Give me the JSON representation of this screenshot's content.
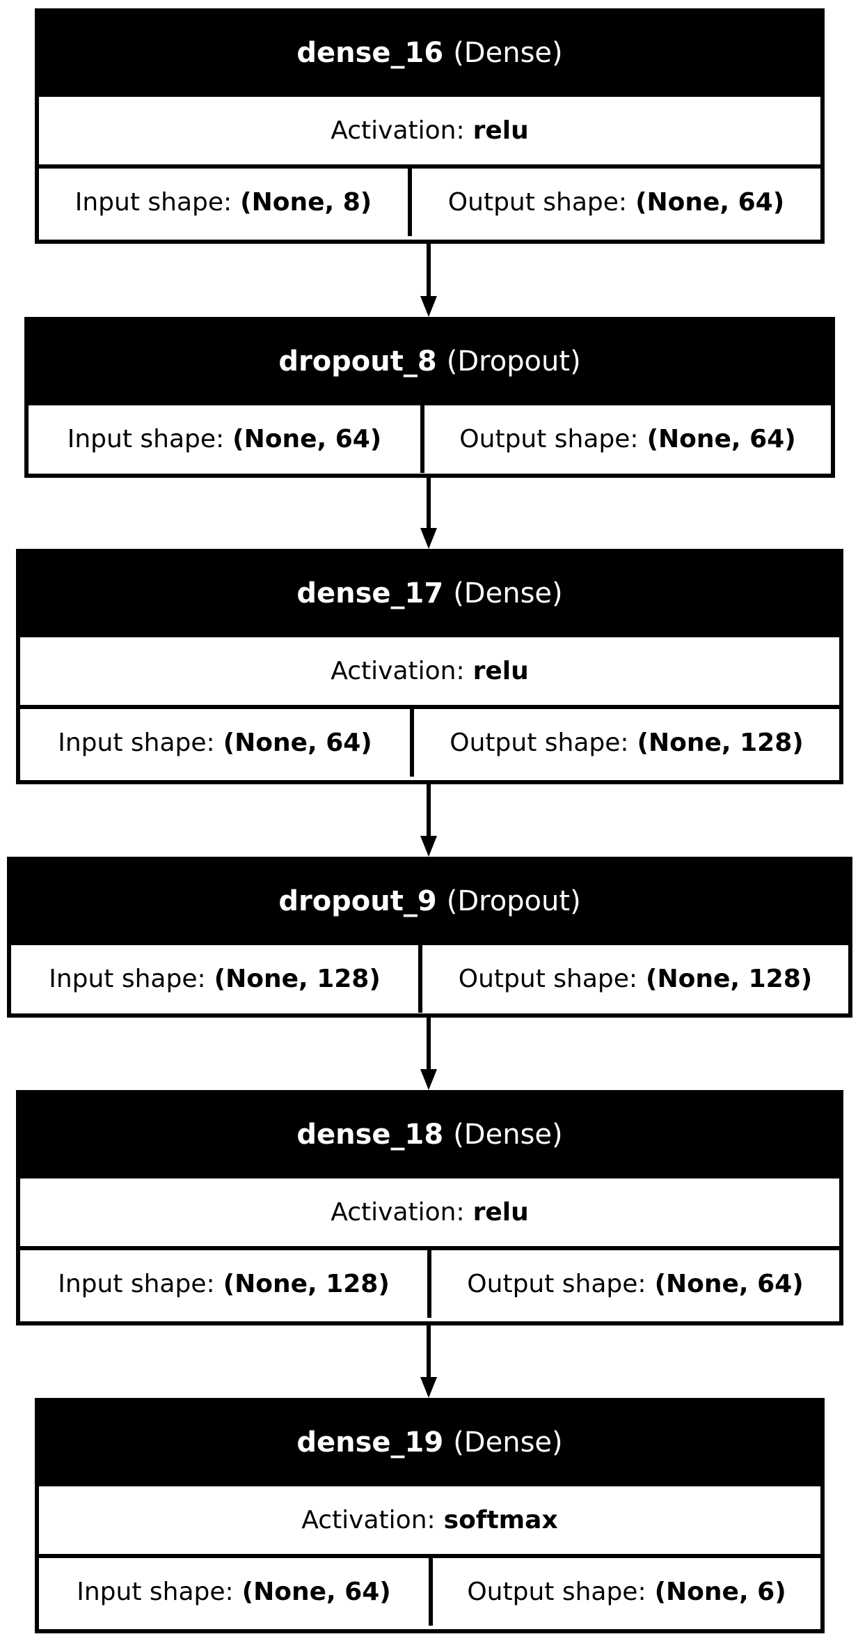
{
  "labels": {
    "activation_prefix": "Activation:",
    "input_prefix": "Input shape:",
    "output_prefix": "Output shape:"
  },
  "layers": [
    {
      "name": "dense_16",
      "type": "(Dense)",
      "activation": "relu",
      "input_shape": "(None, 8)",
      "output_shape": "(None, 64)"
    },
    {
      "name": "dropout_8",
      "type": "(Dropout)",
      "input_shape": "(None, 64)",
      "output_shape": "(None, 64)"
    },
    {
      "name": "dense_17",
      "type": "(Dense)",
      "activation": "relu",
      "input_shape": "(None, 64)",
      "output_shape": "(None, 128)"
    },
    {
      "name": "dropout_9",
      "type": "(Dropout)",
      "input_shape": "(None, 128)",
      "output_shape": "(None, 128)"
    },
    {
      "name": "dense_18",
      "type": "(Dense)",
      "activation": "relu",
      "input_shape": "(None, 128)",
      "output_shape": "(None, 64)"
    },
    {
      "name": "dense_19",
      "type": "(Dense)",
      "activation": "softmax",
      "input_shape": "(None, 64)",
      "output_shape": "(None, 6)"
    }
  ]
}
